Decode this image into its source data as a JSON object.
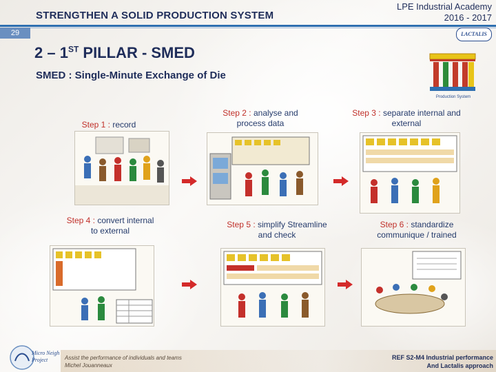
{
  "header": {
    "title": "STRENGTHEN A SOLID PRODUCTION SYSTEM",
    "academy": "LPE Industrial Academy",
    "years": "2016 - 2017",
    "page_number": "29",
    "brand": "LACTALIS"
  },
  "main": {
    "title_prefix": "2 – 1",
    "title_sup": "ST",
    "title_suffix": " PILLAR - SMED",
    "subtitle": "SMED : Single-Minute Exchange of Die",
    "temple_caption": "Production System"
  },
  "steps": [
    {
      "key": "Step 1 :",
      "text": " record"
    },
    {
      "key": "Step 2 :",
      "text": " analyse and process data"
    },
    {
      "key": "Step 3 :",
      "text": " separate internal and external"
    },
    {
      "key": "Step 4 :",
      "text": " convert internal to external"
    },
    {
      "key": "Step 5 :",
      "text": " simplify Streamline and check"
    },
    {
      "key": "Step 6 :",
      "text": " standardize communique / trained"
    }
  ],
  "footer": {
    "left_line1": "Assist the performance of individuals and teams",
    "left_line2": "Michel Jouanneaux",
    "right_line1": "REF S2-M4 Industrial performance",
    "right_line2": "And Lactalis approach",
    "logo_line1": "Micro Neigh",
    "logo_line2": "Project"
  },
  "colors": {
    "navy": "#1f2d5a",
    "accent_blue": "#2e6fb0",
    "step_key": "#c0302a",
    "arrow": "#d42a2a"
  }
}
